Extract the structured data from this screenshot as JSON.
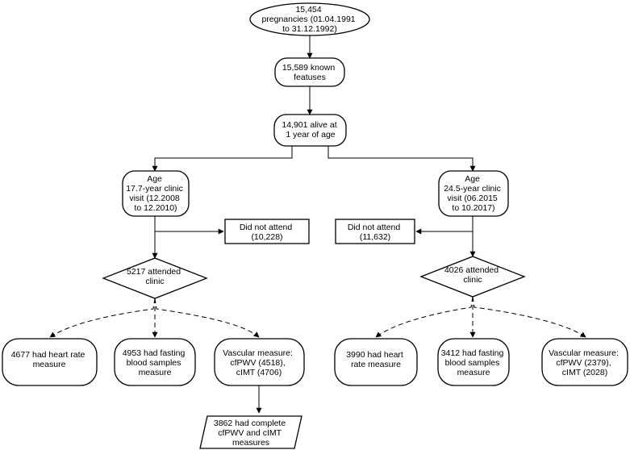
{
  "nodes": {
    "pregnancies": [
      "15,454",
      "pregnancies (01.04.1991",
      "to 31.12.1992)"
    ],
    "foetuses": [
      "15,589 known",
      "featuses"
    ],
    "alive": [
      "14,901 alive at",
      "1 year of age"
    ],
    "left_visit": [
      "Age",
      "17.7-year clinic",
      "visit (12.2008",
      "to 12.2010)"
    ],
    "right_visit": [
      "Age",
      "24.5-year clinic",
      "visit (06.2015",
      "to 10.2017)"
    ],
    "left_not_attend": [
      "Did not attend",
      "(10,228)"
    ],
    "right_not_attend": [
      "Did not attend",
      "(11,632)"
    ],
    "left_attended": [
      "5217 attended",
      "clinic"
    ],
    "right_attended": [
      "4026 attended",
      "clinic"
    ],
    "left_heart_rate": [
      "4677 had heart rate",
      "measure"
    ],
    "left_fasting": [
      "4953 had fasting",
      "blood samples",
      "measure"
    ],
    "left_vascular": [
      "Vascular measure:",
      "cfPWV (4518),",
      "cIMT (4706)"
    ],
    "left_complete": [
      "3862 had complete",
      "cfPWV and cIMT",
      "measures"
    ],
    "right_heart_rate": [
      "3990 had heart",
      "rate measure"
    ],
    "right_fasting": [
      "3412 had fasting",
      "blood samples",
      "measure"
    ],
    "right_vascular": [
      "Vascular measure:",
      "cfPWV (2379),",
      "cIMT (2028)"
    ]
  }
}
